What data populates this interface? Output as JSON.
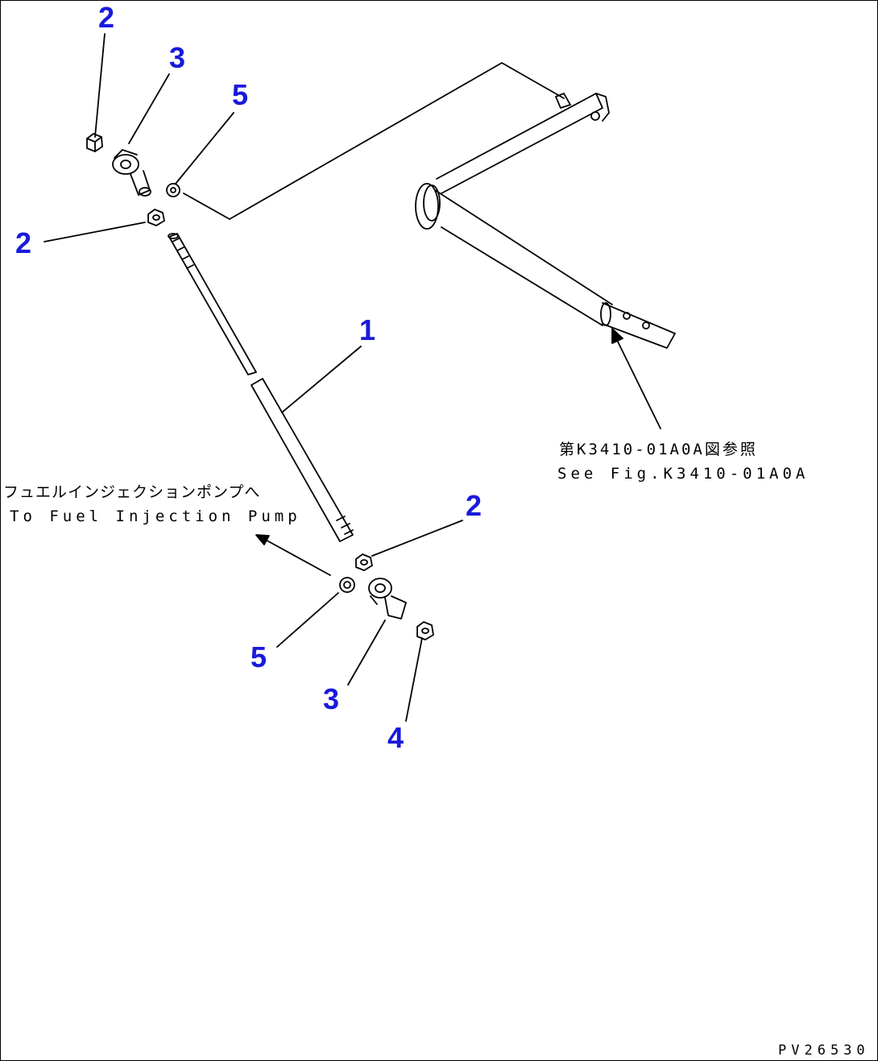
{
  "callout_color": "#1a1adc",
  "line_color": "#000000",
  "callouts": [
    {
      "id": "c2a",
      "label": "2"
    },
    {
      "id": "c3a",
      "label": "3"
    },
    {
      "id": "c5a",
      "label": "5"
    },
    {
      "id": "c2b",
      "label": "2"
    },
    {
      "id": "c1",
      "label": "1"
    },
    {
      "id": "c2c",
      "label": "2"
    },
    {
      "id": "c5b",
      "label": "5"
    },
    {
      "id": "c3b",
      "label": "3"
    },
    {
      "id": "c4",
      "label": "4"
    }
  ],
  "notes": {
    "fuel_pump_jp": "フュエルインジェクションポンプへ",
    "fuel_pump_en": "To Fuel Injection Pump",
    "see_fig_jp": "第K3410-01A0A図参照",
    "see_fig_en": "See Fig.K3410-01A0A",
    "drawing_code": "PV26530"
  }
}
